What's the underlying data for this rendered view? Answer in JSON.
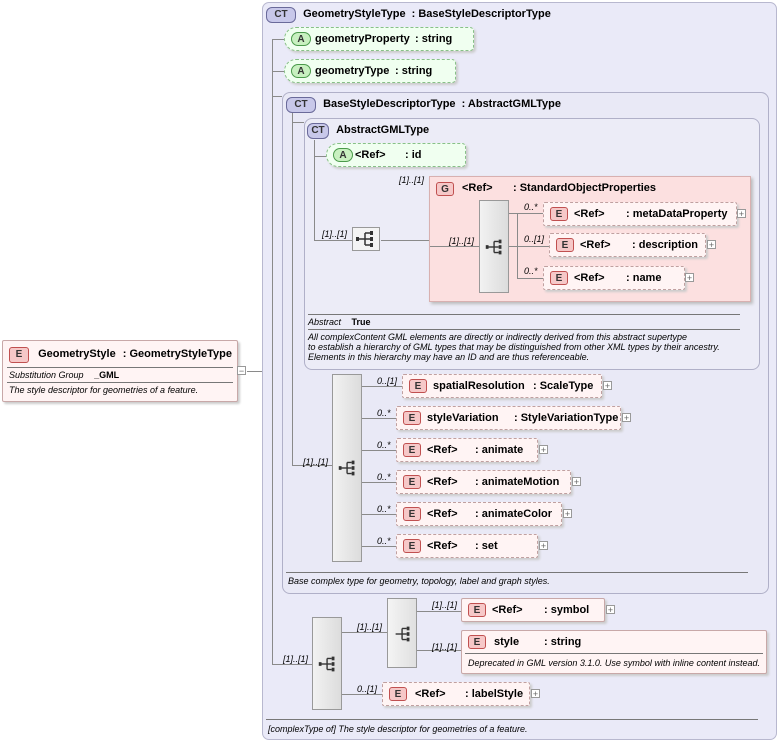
{
  "root": {
    "badge": "E",
    "name": "GeometryStyle",
    "type": ": GeometryStyleType",
    "sub_label": "Substitution Group",
    "sub_value": "_GML",
    "doc": "The style descriptor for geometries of a feature.",
    "collapse": "−"
  },
  "outer": {
    "badge": "CT",
    "title": "GeometryStyleType",
    "base": ": BaseStyleDescriptorType",
    "footer": "[complexType of] The style descriptor for geometries of a feature."
  },
  "attrs": [
    {
      "badge": "A",
      "name": "geometryProperty",
      "type": ": string"
    },
    {
      "badge": "A",
      "name": "geometryType",
      "type": ": string"
    }
  ],
  "base": {
    "badge": "CT",
    "title": "BaseStyleDescriptorType",
    "extends": ": AbstractGMLType",
    "doc": "Base complex type for geometry, topology, label and graph styles."
  },
  "abstract": {
    "badge": "CT",
    "title": "AbstractGMLType",
    "attr": {
      "badge": "A",
      "name": "<Ref>",
      "type": ": id"
    },
    "seq_occ": "[1]..[1]",
    "group_occ": "[1]..[1]",
    "group": {
      "badge": "G",
      "name": "<Ref>",
      "type": ": StandardObjectProperties"
    },
    "inner_seq_occ": "[1]..[1]",
    "group_items": [
      {
        "occ": "0..*",
        "badge": "E",
        "name": "<Ref>",
        "type": ": metaDataProperty"
      },
      {
        "occ": "0..[1]",
        "badge": "E",
        "name": "<Ref>",
        "type": ": description"
      },
      {
        "occ": "0..*",
        "badge": "E",
        "name": "<Ref>",
        "type": ": name"
      }
    ],
    "abstract_label": "Abstract",
    "abstract_value": "True",
    "doc1": "All complexContent GML elements are directly or indirectly derived from this abstract supertype",
    "doc2": "to establish a hierarchy of GML types that may be distinguished from other XML types by their ancestry.",
    "doc3": "Elements in this hierarchy may have an ID and are thus referenceable."
  },
  "base_seq_occ": "[1]..[1]",
  "base_items": [
    {
      "occ": "0..[1]",
      "badge": "E",
      "name": "spatialResolution",
      "type": ": ScaleType"
    },
    {
      "occ": "0..*",
      "badge": "E",
      "name": "styleVariation",
      "type": ": StyleVariationType"
    },
    {
      "occ": "0..*",
      "badge": "E",
      "name": "<Ref>",
      "type": ": animate"
    },
    {
      "occ": "0..*",
      "badge": "E",
      "name": "<Ref>",
      "type": ": animateMotion"
    },
    {
      "occ": "0..*",
      "badge": "E",
      "name": "<Ref>",
      "type": ": animateColor"
    },
    {
      "occ": "0..*",
      "badge": "E",
      "name": "<Ref>",
      "type": ": set"
    }
  ],
  "bottom": {
    "seq_occ": "[1]..[1]",
    "choice_occ": "[1]..[1]",
    "symbol": {
      "occ": "[1]..[1]",
      "badge": "E",
      "name": "<Ref>",
      "type": ": symbol"
    },
    "style": {
      "occ": "[1]..[1]",
      "badge": "E",
      "name": "style",
      "type": ": string",
      "doc": "Deprecated in GML version 3.1.0. Use symbol with inline content instead."
    },
    "labelStyle": {
      "occ": "0..[1]",
      "badge": "E",
      "name": "<Ref>",
      "type": ": labelStyle"
    }
  },
  "plus": "+"
}
